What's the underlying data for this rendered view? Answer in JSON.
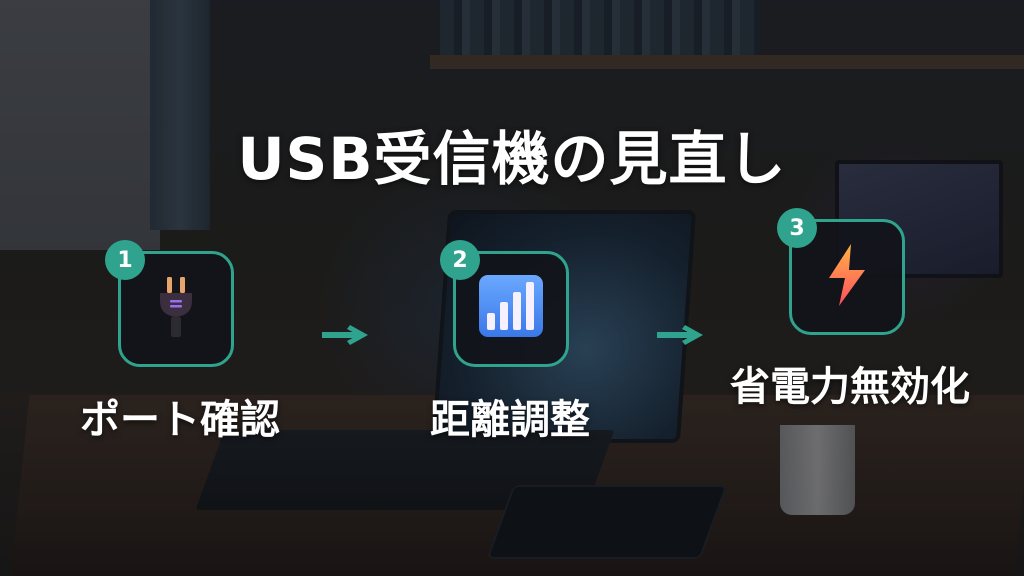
{
  "slide": {
    "title": "USB受信機の見直し",
    "accent_color": "#2fa38d",
    "steps": [
      {
        "number": "1",
        "label": "ポート確認",
        "icon": "electric-plug-icon"
      },
      {
        "number": "2",
        "label": "距離調整",
        "icon": "signal-bars-icon"
      },
      {
        "number": "3",
        "label": "省電力無効化",
        "icon": "lightning-bolt-icon"
      }
    ],
    "connectors": [
      "arrow-right-icon",
      "arrow-right-icon"
    ]
  }
}
